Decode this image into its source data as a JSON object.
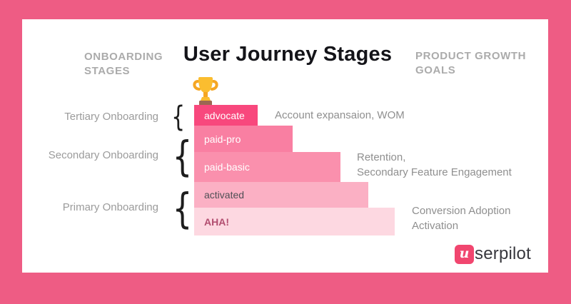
{
  "frame": {
    "background": "#ee5c84",
    "card_background": "#ffffff"
  },
  "title": "User Journey Stages",
  "columns": {
    "left_header": "ONBOARDING\nSTAGES",
    "right_header": "PRODUCT GROWTH\nGOALS"
  },
  "trophy_icon": {
    "name": "trophy",
    "cup_color": "#fbbd2f",
    "accent_color": "#f5a623",
    "base_color": "#9c6752"
  },
  "bars": [
    {
      "label": "advocate",
      "color": "#f8487d",
      "text_color": "#ffffff"
    },
    {
      "label": "paid-pro",
      "color": "#f97fa2",
      "text_color": "#ffffff"
    },
    {
      "label": "paid-basic",
      "color": "#fa90ad",
      "text_color": "#ffffff"
    },
    {
      "label": "activated",
      "color": "#fbb0c4",
      "text_color": "#4f4f55"
    },
    {
      "label": "AHA!",
      "color": "#fdd8e1",
      "text_color": "#b24e70"
    }
  ],
  "onboarding_stages": [
    {
      "label": "Tertiary Onboarding"
    },
    {
      "label": "Secondary Onboarding"
    },
    {
      "label": "Primary Onboarding"
    }
  ],
  "brace_glyph": "{",
  "growth_goals": [
    {
      "text": "Account expansaion, WOM"
    },
    {
      "text": "Retention,\nSecondary Feature Engagement"
    },
    {
      "text": "Conversion Adoption\nActivation"
    }
  ],
  "logo": {
    "mark": "u",
    "mark_color": "#f1466f",
    "text": "serpilot"
  }
}
